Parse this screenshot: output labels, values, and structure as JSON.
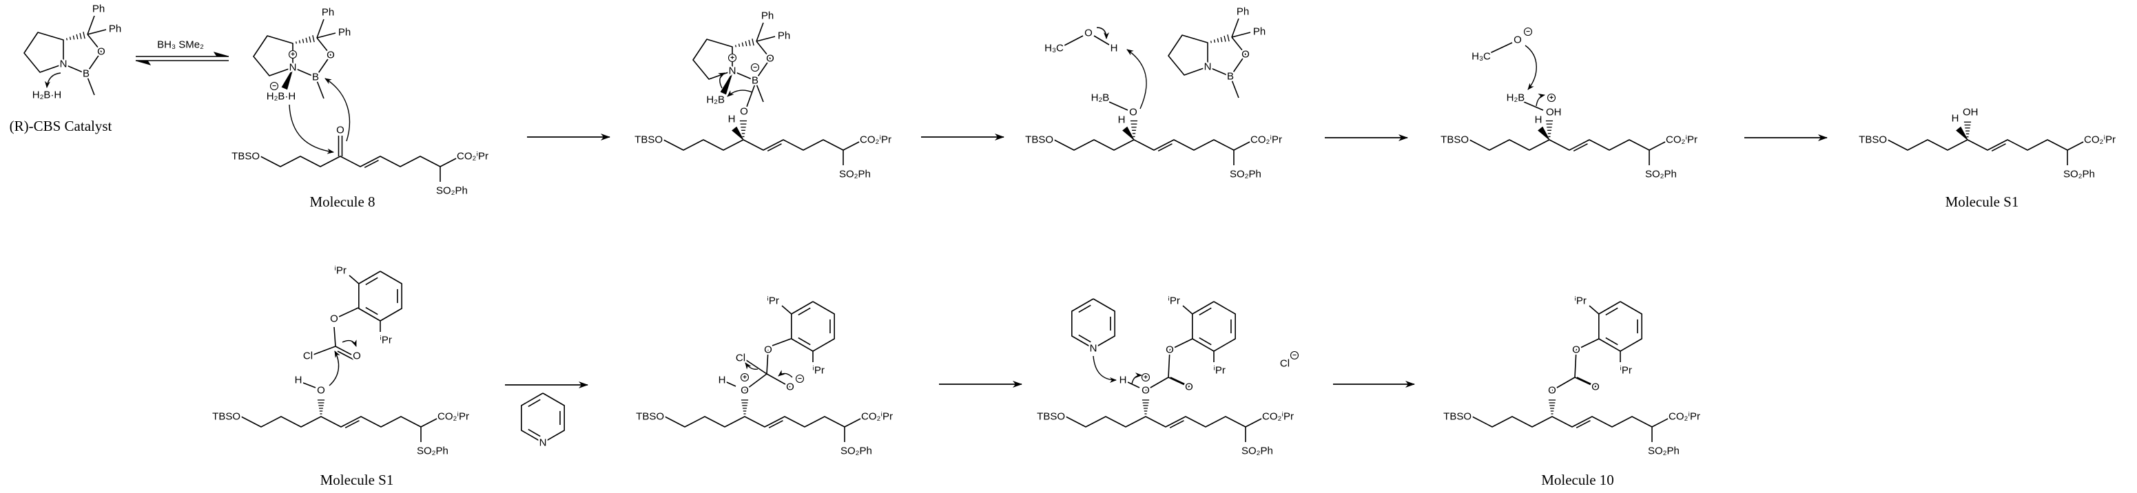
{
  "captions": {
    "cbs_catalyst": "(R)-CBS Catalyst",
    "molecule_8": "Molecule 8",
    "molecule_s1_top": "Molecule S1",
    "molecule_s1_bottom": "Molecule S1",
    "molecule_10": "Molecule 10"
  },
  "reagents": {
    "borane": "BH₃ SMe₂"
  },
  "groups": {
    "tbso": "TBSO",
    "ester": "CO₂ⁱPr",
    "sulfonyl": "SO₂Ph",
    "phenyl": "Ph",
    "isopropyl": "ⁱPr",
    "borane_h": "H₂B·H",
    "borane": "H₂B",
    "methyl": "H₃C",
    "hydroxyl": "OH"
  },
  "atoms": {
    "N": "N",
    "B": "B",
    "O": "O",
    "H": "H",
    "Cl": "Cl"
  },
  "charges": {
    "plus": "+",
    "minus": "−"
  }
}
